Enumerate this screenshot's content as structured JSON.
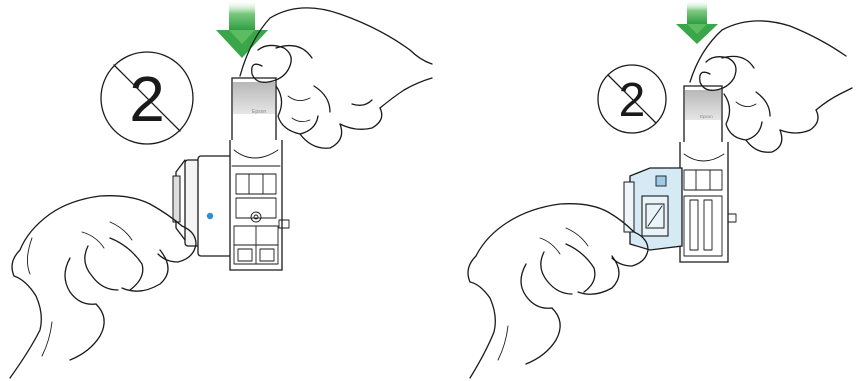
{
  "panels": [
    {
      "step_numeral": "2",
      "cartridge_label": "Epson",
      "arrow_color": "#3aa64a"
    },
    {
      "step_numeral": "2",
      "cartridge_label": "Epson",
      "arrow_color": "#3aa64a"
    }
  ],
  "colors": {
    "arrow_green": "#3aa64a",
    "arrow_green_dark": "#1f7f34",
    "cartridge_blue": "#d6eaf5",
    "cartridge_blue_dark": "#9ecbe3",
    "label_gray": "#c8c8c8",
    "led_blue": "#2d8fd6",
    "line": "#1a1a1a"
  }
}
